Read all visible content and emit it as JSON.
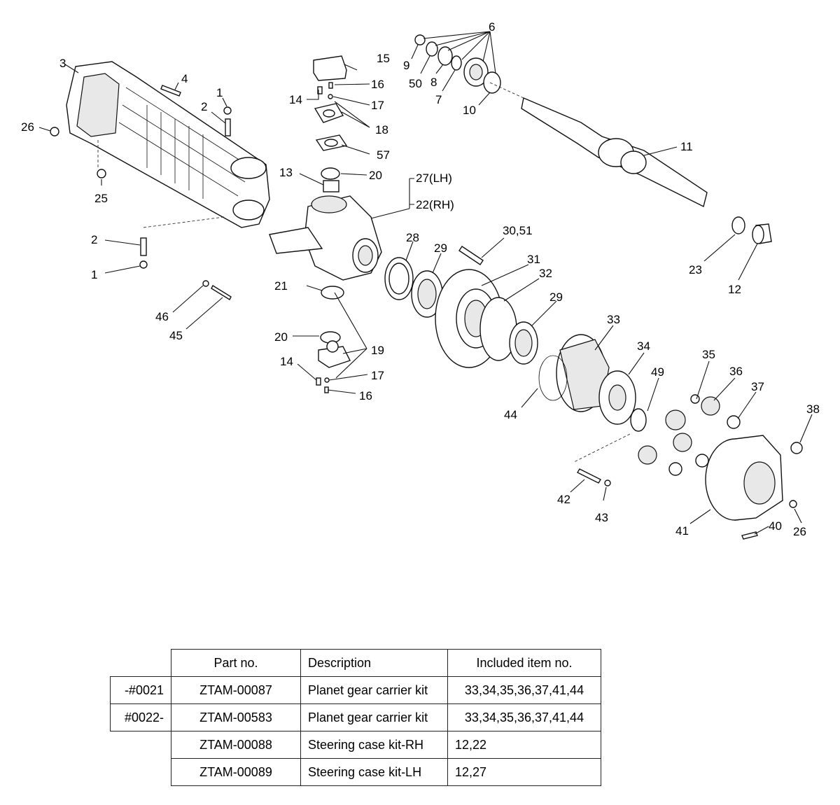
{
  "callouts": {
    "c1": "1",
    "c1b": "1",
    "c2": "2",
    "c2b": "2",
    "c3": "3",
    "c4": "4",
    "c6": "6",
    "c7": "7",
    "c8": "8",
    "c9": "9",
    "c10": "10",
    "c11": "11",
    "c12": "12",
    "c13": "13",
    "c14": "14",
    "c14b": "14",
    "c15": "15",
    "c16": "16",
    "c16b": "16",
    "c17": "17",
    "c17b": "17",
    "c18": "18",
    "c19": "19",
    "c20": "20",
    "c20b": "20",
    "c21": "21",
    "c22": "22(RH)",
    "c23": "23",
    "c25": "25",
    "c26": "26",
    "c26b": "26",
    "c27": "27(LH)",
    "c28": "28",
    "c29": "29",
    "c29b": "29",
    "c3051": "30,51",
    "c31": "31",
    "c32": "32",
    "c33": "33",
    "c34": "34",
    "c35": "35",
    "c36": "36",
    "c37": "37",
    "c38": "38",
    "c40": "40",
    "c41": "41",
    "c42": "42",
    "c43": "43",
    "c44": "44",
    "c45": "45",
    "c46": "46",
    "c49": "49",
    "c50": "50",
    "c57": "57"
  },
  "table": {
    "headers": {
      "part_no": "Part no.",
      "description": "Description",
      "included": "Included item no."
    },
    "rows": [
      {
        "serial": "-#0021",
        "part_no": "ZTAM-00087",
        "description": "Planet gear carrier kit",
        "included": "33,34,35,36,37,41,44"
      },
      {
        "serial": "#0022-",
        "part_no": "ZTAM-00583",
        "description": "Planet gear carrier kit",
        "included": "33,34,35,36,37,41,44"
      },
      {
        "serial": "",
        "part_no": "ZTAM-00088",
        "description": "Steering case kit-RH",
        "included": "12,22"
      },
      {
        "serial": "",
        "part_no": "ZTAM-00089",
        "description": "Steering case kit-LH",
        "included": "12,27"
      }
    ]
  }
}
